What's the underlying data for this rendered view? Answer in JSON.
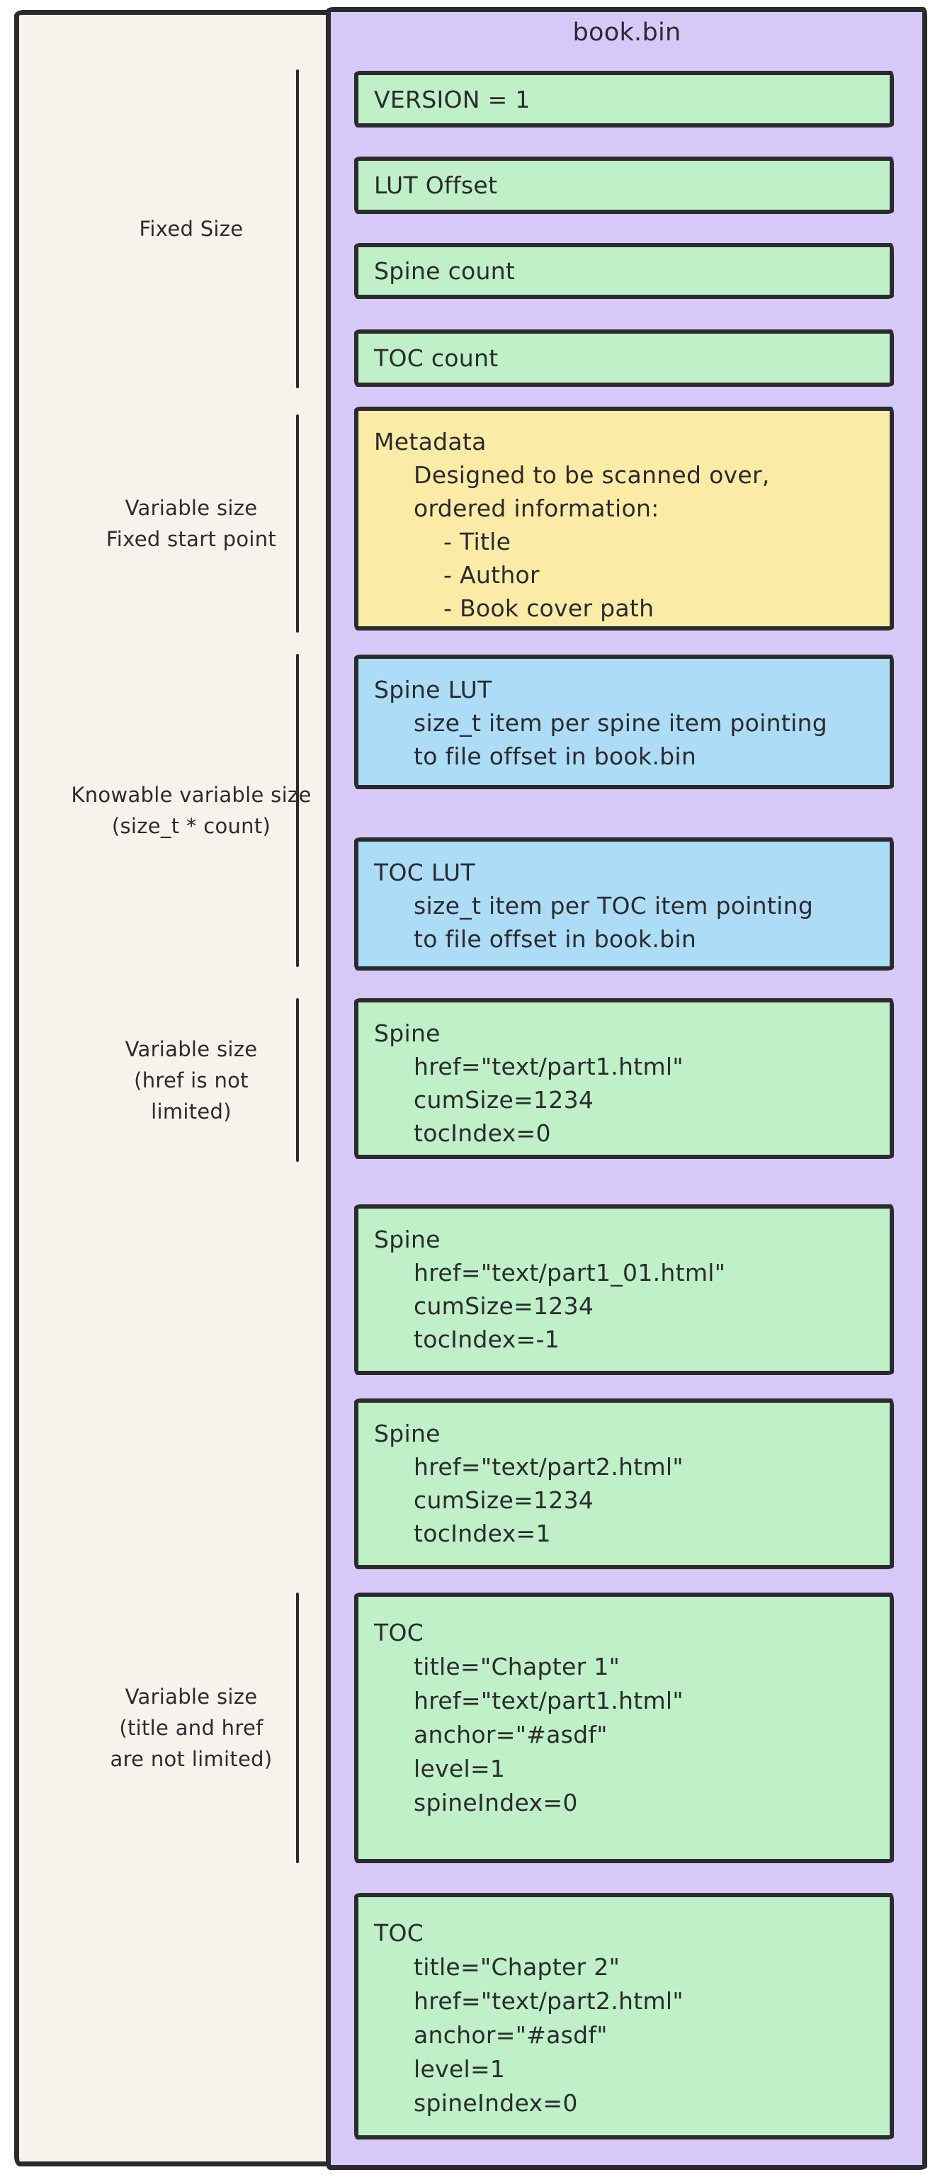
{
  "title": "book.bin",
  "colors": {
    "canvas_cream": "#f8f2ec",
    "panel_purple": "#d7c9f7",
    "box_green": "#bff0c7",
    "box_yellow": "#faeca6",
    "box_blue": "#addcf7",
    "stroke_dark": "#2b2b2e"
  },
  "left_labels": [
    {
      "lines": [
        "Fixed Size"
      ]
    },
    {
      "lines": [
        "Variable size",
        "Fixed start point"
      ]
    },
    {
      "lines": [
        "Knowable variable size",
        "(size_t * count)"
      ]
    },
    {
      "lines": [
        "Variable size",
        "(href is not",
        "limited)"
      ]
    },
    {
      "lines": [
        "Variable size",
        "(title and href",
        "are not limited)"
      ]
    }
  ],
  "boxes": [
    {
      "color": "green",
      "lines": [
        "VERSION = 1"
      ]
    },
    {
      "color": "green",
      "lines": [
        "LUT Offset"
      ]
    },
    {
      "color": "green",
      "lines": [
        "Spine count"
      ]
    },
    {
      "color": "green",
      "lines": [
        "TOC count"
      ]
    },
    {
      "color": "yellow",
      "lines": [
        "Metadata",
        "Designed to be scanned over,",
        "ordered information:",
        "- Title",
        "- Author",
        "- Book cover path"
      ]
    },
    {
      "color": "blue",
      "lines": [
        "Spine LUT",
        "size_t item per spine item pointing",
        "to file offset in book.bin"
      ]
    },
    {
      "color": "blue",
      "lines": [
        "TOC LUT",
        "size_t item per TOC item pointing",
        "to file offset in book.bin"
      ]
    },
    {
      "color": "green",
      "lines": [
        "Spine",
        "href=\"text/part1.html\"",
        "cumSize=1234",
        "tocIndex=0"
      ]
    },
    {
      "color": "green",
      "lines": [
        "Spine",
        "href=\"text/part1_01.html\"",
        "cumSize=1234",
        "tocIndex=-1"
      ]
    },
    {
      "color": "green",
      "lines": [
        "Spine",
        "href=\"text/part2.html\"",
        "cumSize=1234",
        "tocIndex=1"
      ]
    },
    {
      "color": "green",
      "lines": [
        "TOC",
        "title=\"Chapter 1\"",
        "href=\"text/part1.html\"",
        "anchor=\"#asdf\"",
        "level=1",
        "spineIndex=0"
      ]
    },
    {
      "color": "green",
      "lines": [
        "TOC",
        "title=\"Chapter 2\"",
        "href=\"text/part2.html\"",
        "anchor=\"#asdf\"",
        "level=1",
        "spineIndex=0"
      ]
    }
  ]
}
